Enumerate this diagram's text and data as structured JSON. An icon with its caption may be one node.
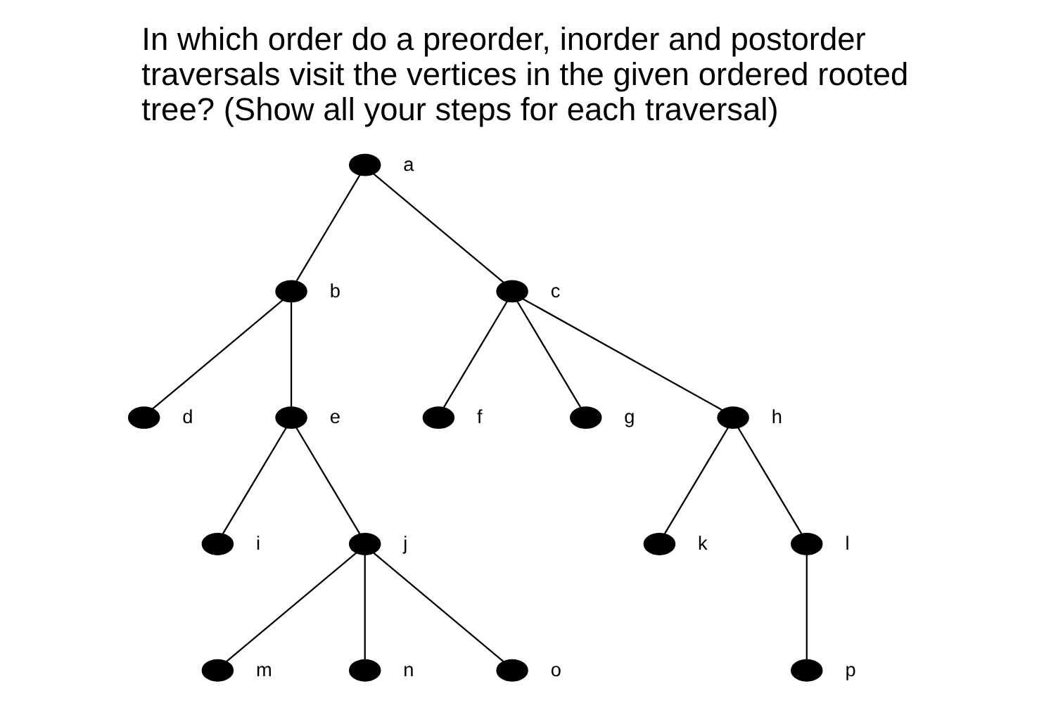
{
  "diagram": {
    "title": "In which order do a preorder, inorder and postorder traversals visit the vertices in the given ordered rooted tree? (Show all your steps for each traversal)",
    "nodes": [
      {
        "text": [],
        "shape": "circle",
        "beside": [
          "a"
        ]
      },
      {
        "text": [],
        "shape": "circle",
        "beside": [
          "b"
        ]
      },
      {
        "text": [],
        "shape": "circle",
        "beside": [
          "c"
        ]
      },
      {
        "text": [],
        "shape": "circle",
        "beside": [
          "d"
        ]
      },
      {
        "text": [],
        "shape": "circle",
        "beside": [
          "e"
        ]
      },
      {
        "text": [],
        "shape": "circle",
        "beside": [
          "f"
        ]
      },
      {
        "text": [],
        "shape": "circle",
        "beside": [
          "g"
        ]
      },
      {
        "text": [],
        "shape": "circle",
        "beside": [
          "h"
        ]
      },
      {
        "text": [],
        "shape": "circle",
        "beside": [
          "i"
        ]
      },
      {
        "text": [],
        "shape": "circle",
        "beside": [
          "j"
        ]
      },
      {
        "text": [],
        "shape": "circle",
        "beside": [
          "k"
        ]
      },
      {
        "text": [],
        "shape": "circle",
        "beside": [
          "l"
        ]
      },
      {
        "text": [],
        "shape": "circle",
        "beside": [
          "m"
        ]
      },
      {
        "text": [],
        "shape": "circle",
        "beside": [
          "n"
        ]
      },
      {
        "text": [],
        "shape": "circle",
        "beside": [
          "o"
        ]
      },
      {
        "text": [],
        "shape": "circle",
        "beside": [
          "p"
        ]
      }
    ],
    "edges": [
      {
        "from": 0,
        "to": 1,
        "arrow": "none"
      },
      {
        "from": 0,
        "to": 2,
        "arrow": "none"
      },
      {
        "from": 1,
        "to": 3,
        "arrow": "none"
      },
      {
        "from": 1,
        "to": 4,
        "arrow": "none"
      },
      {
        "from": 4,
        "to": 8,
        "arrow": "none"
      },
      {
        "from": 4,
        "to": 9,
        "arrow": "none"
      },
      {
        "from": 9,
        "to": 12,
        "arrow": "none"
      },
      {
        "from": 9,
        "to": 13,
        "arrow": "none"
      },
      {
        "from": 9,
        "to": 14,
        "arrow": "none"
      },
      {
        "from": 2,
        "to": 5,
        "arrow": "none"
      },
      {
        "from": 2,
        "to": 6,
        "arrow": "none"
      },
      {
        "from": 2,
        "to": 7,
        "arrow": "none"
      },
      {
        "from": 7,
        "to": 10,
        "arrow": "none"
      },
      {
        "from": 7,
        "to": 11,
        "arrow": "none"
      },
      {
        "from": 11,
        "to": 15,
        "arrow": "none"
      }
    ]
  }
}
